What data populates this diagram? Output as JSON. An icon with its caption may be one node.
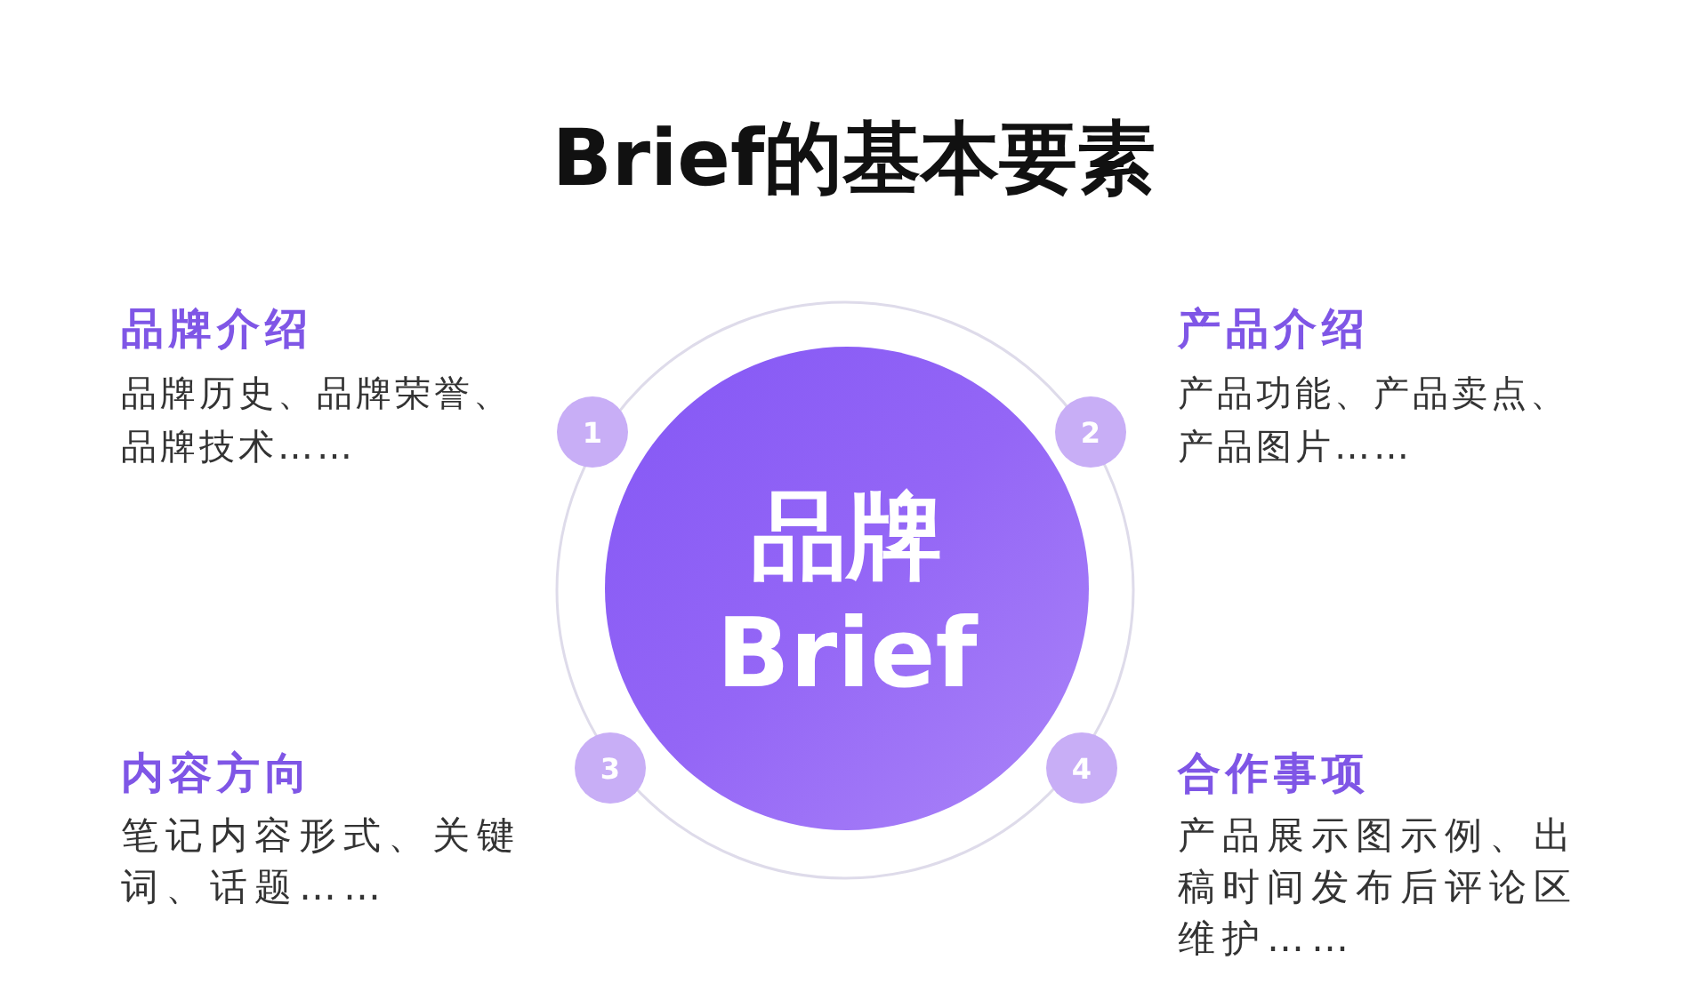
{
  "diagram": {
    "title": "Brief的基本要素",
    "nodes": [
      {
        "text": [
          "品牌 Brief"
        ]
      },
      {
        "text": [
          "1"
        ],
        "beside": [
          "品牌介绍",
          "品牌历史、品牌荣誉、品牌技术……"
        ]
      },
      {
        "text": [
          "2"
        ],
        "beside": [
          "产品介绍",
          "产品功能、产品卖点、产品图片……"
        ]
      },
      {
        "text": [
          "3"
        ],
        "beside": [
          "内容方向",
          "笔记内容形式、关键词、话题……"
        ]
      },
      {
        "text": [
          "4"
        ],
        "beside": [
          "合作事项",
          "产品展示图示例、出稿时间发布后评论区维护……"
        ]
      }
    ]
  }
}
